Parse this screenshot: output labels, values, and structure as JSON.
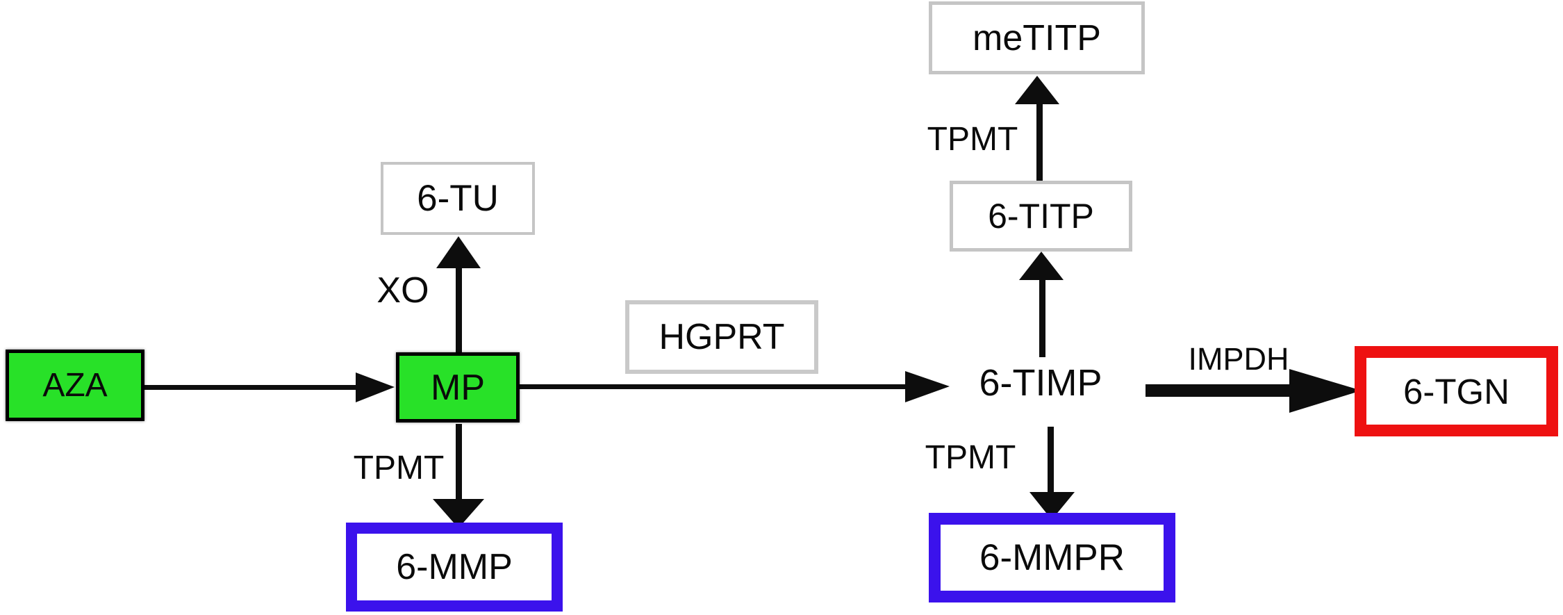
{
  "nodes": {
    "aza": {
      "label": "AZA"
    },
    "mp": {
      "label": "MP"
    },
    "tu": {
      "label": "6-TU"
    },
    "hgprt": {
      "label": "HGPRT"
    },
    "timp": {
      "label": "6-TIMP"
    },
    "titp": {
      "label": "6-TITP"
    },
    "metitp": {
      "label": "meTITP"
    },
    "mmp": {
      "label": "6-MMP"
    },
    "mmpr": {
      "label": "6-MMPR"
    },
    "tgn": {
      "label": "6-TGN"
    }
  },
  "enzymes": {
    "xo": {
      "label": "XO"
    },
    "tpmt_mp": {
      "label": "TPMT"
    },
    "tpmt_titp": {
      "label": "TPMT"
    },
    "tpmt_mmpr": {
      "label": "TPMT"
    },
    "impdh": {
      "label": "IMPDH"
    }
  },
  "edges": [
    {
      "from": "AZA",
      "to": "MP",
      "enzyme": ""
    },
    {
      "from": "MP",
      "to": "6-TU",
      "enzyme": "XO"
    },
    {
      "from": "MP",
      "to": "6-MMP",
      "enzyme": "TPMT"
    },
    {
      "from": "MP",
      "to": "6-TIMP",
      "enzyme": "HGPRT"
    },
    {
      "from": "6-TIMP",
      "to": "6-TITP",
      "enzyme": ""
    },
    {
      "from": "6-TITP",
      "to": "meTITP",
      "enzyme": "TPMT"
    },
    {
      "from": "6-TIMP",
      "to": "6-MMPR",
      "enzyme": "TPMT"
    },
    {
      "from": "6-TIMP",
      "to": "6-TGN",
      "enzyme": "IMPDH"
    }
  ],
  "colors": {
    "green_fill": "#28e128",
    "blue_border": "#3b12ec",
    "red_border": "#ee1111",
    "gray_border": "#c5c5c5",
    "arrow_black": "#0d0d0d"
  }
}
